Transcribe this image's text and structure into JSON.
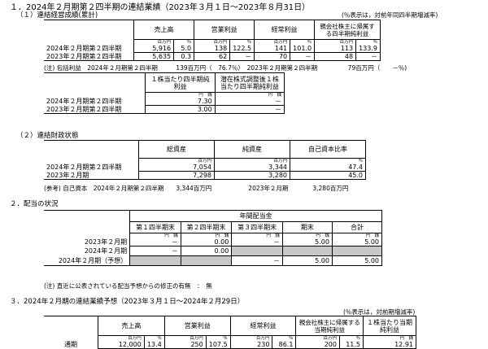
{
  "title": "１．2024年２月期第２四半期の連結業績（2023年３月１日～2023年８月31日）",
  "s1": {
    "heading": "（１）連結経営成績(累計)",
    "note_right": "(％表示は，対前年同四半期増減率)",
    "headers": [
      "売上高",
      "営業利益",
      "経常利益",
      "親会社株主に帰属する四半期純利益"
    ],
    "unit_yen": "百万円",
    "unit_pct": "％",
    "rows": [
      {
        "label": "2024年２月期第２四半期",
        "v": [
          "5,916",
          "138",
          "141",
          "113"
        ],
        "p": [
          "5.0",
          "122.5",
          "101.0",
          "133.9"
        ]
      },
      {
        "label": "2023年２月期第２四半期",
        "v": [
          "5,635",
          "62",
          "70",
          "48"
        ],
        "p": [
          "0.3",
          "－",
          "－",
          "－"
        ]
      }
    ],
    "footnote": "(注) 包括利益　2024年２月期第２四半期　　　139百万円（　76.7％）　2023年２月期第２四半期　　　　　79百万円（　　－％)"
  },
  "s1b": {
    "headers": [
      "１株当たり四半期純利益",
      "潜在株式調整後１株当たり四半期純利益"
    ],
    "unit": "円　銭",
    "rows": [
      {
        "label": "2024年２月期第２四半期",
        "v": [
          "7.30",
          "－"
        ]
      },
      {
        "label": "2023年２月期第２四半期",
        "v": [
          "3.00",
          "－"
        ]
      }
    ]
  },
  "s2": {
    "heading": "（２）連結財政状態",
    "headers": [
      "総資産",
      "純資産",
      "自己資本比率"
    ],
    "units": [
      "百万円",
      "百万円",
      "％"
    ],
    "rows": [
      {
        "label": "2024年２月期第２四半期",
        "v": [
          "7,054",
          "3,344",
          "47.4"
        ]
      },
      {
        "label": "2023年２月期",
        "v": [
          "7,298",
          "3,280",
          "45.0"
        ]
      }
    ],
    "footnote": "(参考) 自己資本　2024年２月期第２四半期　　3,344百万円　　　　　　2023年２月期　　　　3,280百万円"
  },
  "s3": {
    "heading": "２．配当の状況",
    "group_header": "年間配当金",
    "headers": [
      "第１四半期末",
      "第２四半期末",
      "第３四半期末",
      "期末",
      "合計"
    ],
    "unit": "円　銭",
    "rows": [
      {
        "label": "2023年２月期",
        "v": [
          "－",
          "0.00",
          "－",
          "5.00",
          "5.00"
        ]
      },
      {
        "label": "2024年２月期",
        "v": [
          "－",
          "0.00",
          "",
          "",
          ""
        ]
      },
      {
        "label": "2024年２月期（予想）",
        "v": [
          "",
          "",
          "－",
          "5.00",
          "5.00"
        ]
      }
    ],
    "footnote": "(注) 直近に公表されている配当予想からの修正の有無　：　無"
  },
  "s4": {
    "heading": "３．2024年２月期の連結業績予想（2023年３月１日～2024年２月29日）",
    "note_right": "(％表示は，対前期増減率)",
    "headers": [
      "売上高",
      "営業利益",
      "経常利益",
      "親会社株主に帰属する当期純利益",
      "１株当たり当期純利益"
    ],
    "unit_yen": "百万円",
    "unit_pct": "％",
    "unit_sen": "円　銭",
    "row": {
      "label": "通期",
      "v": [
        "12,000",
        "250",
        "230",
        "200",
        "12.91"
      ],
      "p": [
        "13.4",
        "107.5",
        "86.1",
        "11.5"
      ]
    }
  }
}
